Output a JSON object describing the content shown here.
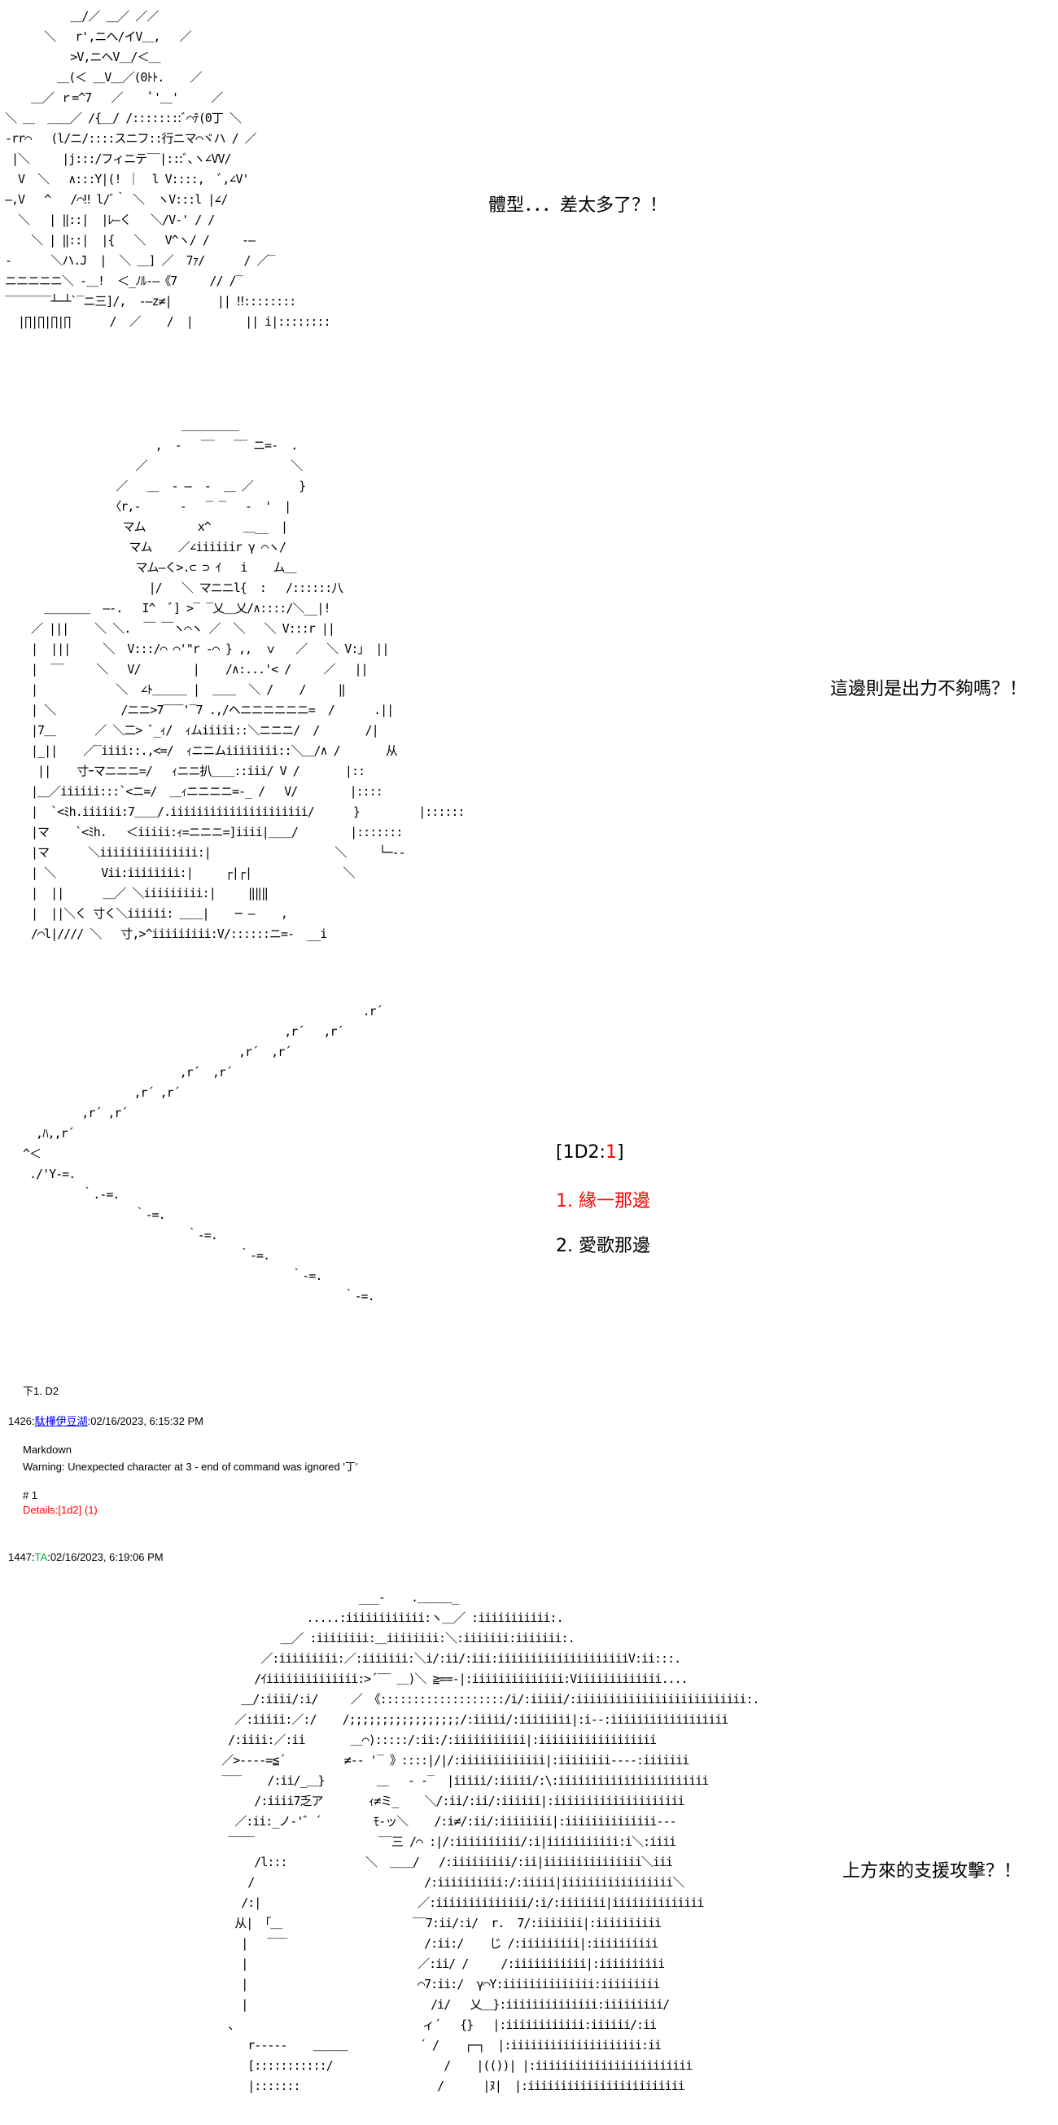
{
  "panels": [
    {
      "caption": "體型．．．差太多了？！",
      "art": "          ＿/／ ＿／ ／／\n      ＼   r',ニヘ/イV＿,   ／\n          >V,ニヘV＿/＜＿\n        ＿(＜ ＿V＿／(0ﾄﾄ.    ／\n    ＿／ ｒ=^7   ／    ﾟ'＿'     ／\n＼ ＿  ＿＿／ /{＿/ /::::::::ﾞ⌒ﾃ(0丁 ＼\n-rr⌒   (l/ニ/::::スニフ::行ニマ⌒ヾハ / ／\n |＼     |j:::/フィニテ‾‾|:::ﾞ､ヽ∠VV/\n  V  ＼   ∧:::Y|(! ｜  l V::::,  ﾞ,∠V'\n―,V   ^   /⌒‼ l/ﾞ｀ ＼  ヽV:::l |∠/\n  ＼   | ‖::|  |ﾚ―く   ＼/V-' / /\n    ＼ | ‖::|  |{   ＼   V^ヽ/ /     ‐―\n-      ＼ハ.J  |  ＼ ＿] ／  7ｧ/      / ／‾\nニニニニニ＼ -＿!  ＜_ﾉﾙ-―《7     // /‾\n‾‾‾‾‾‾‾┴─┴`‾ニ三]/,  ‐―z≠|       || ‼::::::::\n  |∏|∏|∏|∏      /  ／    /  |        || i|::::::::"
    },
    {
      "caption": "這邊則是出力不夠嗎？！",
      "art": "                        ＿＿＿＿＿\n                    ,  ‐   ‾‾   ‾‾ ニ=‐  .\n                 ／                      ＼\n              ／   ＿  ‐ ―  ‐  ＿ ／       }\n             〈r,-      ‐   ‾ ‾   ‐  '  |\n               マム        x^     ＿__  |\n                マム    ／∠iiiiiir γ ⌒ヽ/\n                 マム―く>.⊂ ⊃ ｲ   i    ム＿\n                   |/   ＼ マニニl{  :   /::::::八\n   ＿＿＿＿  ―-.   I^  ﾞ] >‾ ‾乂＿乂/∧::::/＼__|!\n ／ |||    ＼ ＼.  ￣ ￣ヽ⌒ヽ ／  ＼   ＼ V:::r ||\n |  |||     ＼  V:::/⌒ ⌒'\"r ‐⌒ } ,,  ｖ   ／   ＼ V:」 ||\n |  ‾‾     ＼   V/        |    /∧:...'< /     ／   ||\n |            ＼  ∠ﾄ＿＿＿ |  ＿＿  ＼ /    /     ‖\n | ＼          /ニニ>7‾‾‾'‾7 .,/ヘニニニニニニ=  /      .||\n |7＿      ／ ＼二> ﾞ_ｨ/  ｨムiiiii::＼ニニニ/  /       /|\n |_||    ／‾iiii::.,<=/  ｨニニムiiiiiiii::＼＿/∧ /       从\n  ||    寸ｰマニニニ=/   ｨニニ扒＿＿::iii/ V /       |::\n |＿／iiiiii:::`<ニ=/  ＿ｨニニニニ=-_ /   V/        |::::\n |  `<ﾐh.iiiiii:7＿＿/.iiiiiiiiiiiiiiiiiiiii/      }         |::::::\n |マ    `<ﾐh.   ＜iiiii:ｨ=ニニニ=]iiii|＿＿/        |:::::::\n |マ      ＼iiiiiiiiiiiiiii:|                   ＼     └─--\n | ＼       Vii:iiiiiiii:|     ┌|┌|              ＼\n |  ||      ＿／ ＼iiiiiiiii:|     ‖‖‖\n |  ||＼く 寸く＼iiiiii: ＿＿|    ─ ―    ,\n /⌒l|//// ＼   寸,>^iiiiiiiii:V/::::::ニ=-  __i"
    },
    {
      "options": {
        "header_open": "[1D2:",
        "header_value": "1",
        "header_close": "]",
        "item1": "1. 緣一那邊",
        "item2": "2. 愛歌那邊"
      },
      "art": "                                                    .r´\n                                        ,r´   ,r´\n                                 ,r´  ,r´\n                        ,r´  ,r´\n                 ,r´ ,r´\n         ,r´ ,r´\n  ,ﾊ,,r´\n^＜\n ./'Y-=.\n         ｀.-=.\n                 ｀-=.\n                         ｀-=.\n                                 ｀-=.\n                                         ｀-=.\n                                                 ｀-=."
    }
  ],
  "roll": {
    "command_line": "下1. D2",
    "post_number": "1426",
    "author": "駄樺伊豆湖",
    "timestamp": "02/16/2023, 6:15:32 PM",
    "markdown_label": "Markdown",
    "warning": "Warning: Unexpected character at 3 - end of command was ignored '丁'",
    "result_label": "# 1",
    "details": "Details:[1d2] (1)"
  },
  "reply": {
    "post_number": "1447",
    "author": "TA",
    "timestamp": "02/16/2023, 6:19:06 PM",
    "caption": "上方來的支援攻擊？！",
    "art": "                          ___-    .＿＿＿_\n                  .....:iiiiiiiiiiii:ヽ＿／ :iiiiiiiiiii:.\n              ＿／ :iiiiiiii:＿iiiiiiii:＼:iiiiiii:iiiiiii:.\n           ／:iiiiiiiii:／:iiiiiii:＼i/:ii/:iii:iiiiiiiiiiiiiiiiiiiiV:ii:::.\n          /ｲiiiiiiiiiiiiii:>´‾‾ ＿)＼ ≧==-|:iiiiiiiiiiiiii:Viiiiiiiiiiiii....\n        ＿/:iiii/:i/     ／ 《:::::::::::::::::::/i/:iiiii/:iiiiiiiiiiiiiiiiiiiiiiiiii:.\n       ／:iiiii:／:/    /;;;;;;;;;;;;;;;;;/:iiiii/:iiiiiiii|:i--:iiiiiiiiiiiiiiiiii\n      /:iiii:／:ii       ＿⌒):::::/:ii:/:iiiiiiiiiii|:iiiiiiiiiiiiiiiiii\n     ／>----=≦´         ≠-‐ '‾ 》::::|/|/:iiiiiiiiiiiii|:iiiiiiii----:iiiiiii\n     ‾‾‾    /:ii/_＿}        ＿   - ‐‾  |iiiii/:iiiii/:\\:iiiiiiiiiiiiiiiiiiiiiii\n          /:iiii7乏ア       ｨ≠ミ_    ＼/:ii/:ii/:iiiiii|:iiiiiiiiiiiiiiiiiiii\n       ／:ii:_ノ-'゛´        ﾓ-ッ＼    /:i≠/:ii/:iiiiiiii|:iiiiiiiiiiiiii---\n      ‾‾‾‾                   ‾‾三 /⌒ :|/:iiiiiiiiii/:i|iiiiiiiiiii:i＼:iiii\n          /l:::            ＼  ＿＿/   /:iiiiiiiii/:ii|iiiiiiiiiiiiiii＼iii\n         /                          /:iiiiiiiiii:/:iiiii|iiiiiiiiiiiiiiiii＼\n        /:|                        ／:iiiiiiiiiiiiii/:i/:iiiiiii|iiiiiiiiiiiiii\n       从| 「＿                    ‾‾7:ii/:i/  r.  7/:iiiiiii|:iiiiiiiiii\n        |   ‾‾‾                     /:ii:/    じ /:iiiiiiiii|:iiiiiiiiii\n        |                          ／:ii/ /     /:iiiiiiiiiii|:iiiiiiiiii\n        |                          ⌒7:ii:/  γ⌒Y:iiiiiiiiiiiiii:iiiiiiiii\n        |                            /i/   乂＿}:iiiiiiiiiiiiii:iiiiiiiii/\n      、                            ィ´   {}   |:iiiiiiiiiiii:iiiiii/:ii\n         r-----    ＿＿＿           ´ /    ┌─┐  |:iiiiiiiiiiiiiiiiiiii:ii\n         [:::::::::::/                 /    |(())| |:iiiiiiiiiiiiiiiiiiiiiiii\n         |:::::::                     /      |ﾇ|  |:iiiiiiiiiiiiiiiiiiiiiiii"
  }
}
